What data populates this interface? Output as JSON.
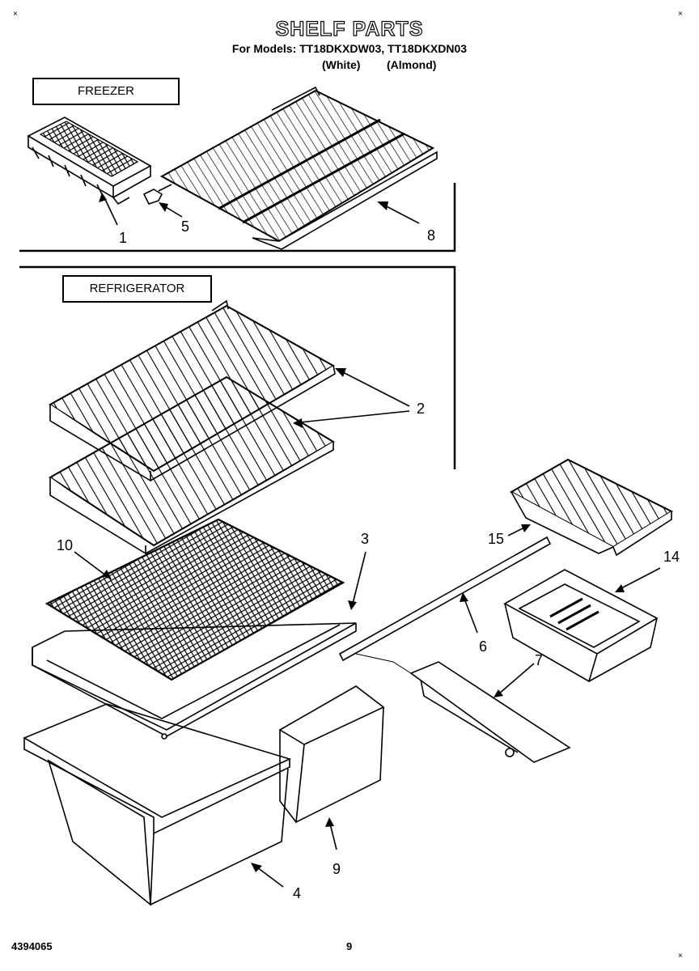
{
  "header": {
    "title": "SHELF PARTS",
    "models_line": "For Models: TT18DKXDW03, TT18DKXDN03",
    "color_white": "(White)",
    "color_almond": "(Almond)"
  },
  "sections": {
    "freezer_label": "FREEZER",
    "refrigerator_label": "REFRIGERATOR"
  },
  "callouts": {
    "c1": "1",
    "c2": "2",
    "c3": "3",
    "c4": "4",
    "c5": "5",
    "c6": "6",
    "c7": "7",
    "c8": "8",
    "c9": "9",
    "c10": "10",
    "c14": "14",
    "c15": "15"
  },
  "footer": {
    "doc_number": "4394065",
    "page_number": "9"
  },
  "marks": {
    "corner": "×"
  }
}
